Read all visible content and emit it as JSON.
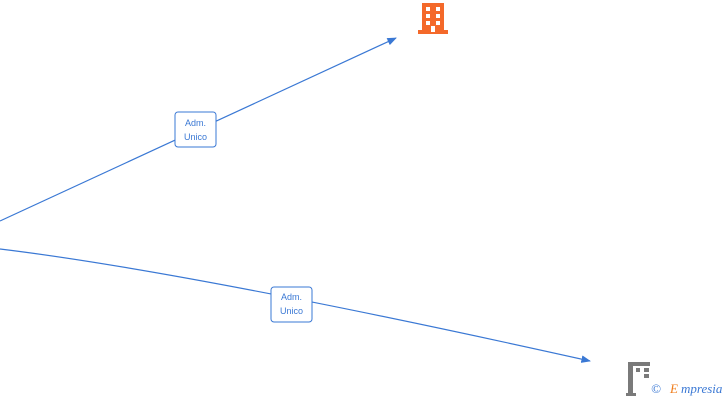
{
  "colors": {
    "edge": "#3a78d4",
    "company_node": "#f4692a",
    "watermark_gray": "#7a7a7a",
    "watermark_orange": "#f07d1c"
  },
  "nodes": {
    "company": {
      "icon": "building-icon"
    }
  },
  "edges": [
    {
      "label_line1": "Adm.",
      "label_line2": "Unico"
    },
    {
      "label_line1": "Adm.",
      "label_line2": "Unico"
    }
  ],
  "watermark": {
    "copyright": "©",
    "brand_initial": "E",
    "brand_rest": "mpresia",
    "icon": "partial-building-icon"
  }
}
